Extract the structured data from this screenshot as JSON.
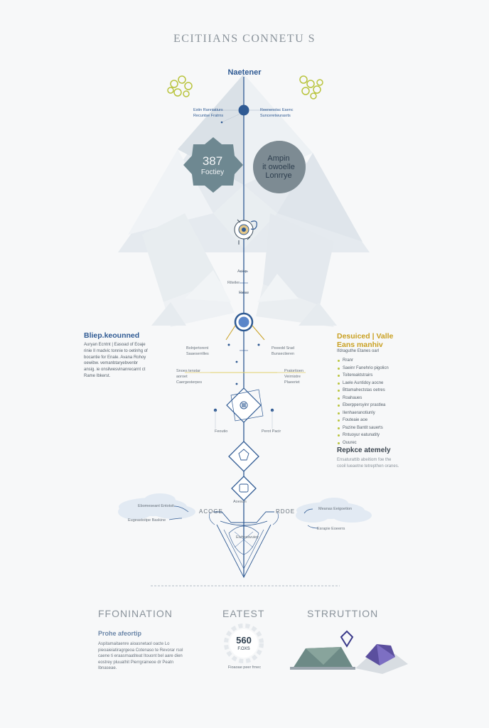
{
  "title": "ECITIIANS CONNETU S",
  "apex_label": "Naetener",
  "apex_left_note": "Estin  Ranniatiurs Recuntse Fratrns",
  "apex_right_note": "Reenenstac Eaenc Sunceretwurasrts",
  "star_badge": {
    "number": "387",
    "label": "Foctiey"
  },
  "circle_badge": {
    "line1": "Ampin",
    "line2": "it owoelle",
    "line3": "Lonrrye"
  },
  "spine_notes": [
    "Aciop",
    "Riteiler",
    "Reiso"
  ],
  "left_branch_note": "Bolnjertorent Saaeserrilles",
  "right_branch_note": "Peeedd Srad Bunsectieren",
  "left_mid_note": "Snoes tenstar aoroet Caergesterpes",
  "right_mid_note": "Pratortioen Veirnistre Plaeeriet",
  "diamond_left_note": "Feoutio",
  "diamond_right_note": "Perot Pacir",
  "diamond_small_note": "Aoesun",
  "left_heading": "Bliep.keounned",
  "left_body": "Auryan Ecntnt | Easoad of Eoaje rinie II madvic tonnie to oetinhg of bocantie for Enale. Avana Rohoy oewibw. vemanbtaryebvenbr ansig. ie onsilwesvinanrecarnt ct Rame Ibkerst.",
  "right_heading_line1": "Desuiced | Valle",
  "right_heading_line2": "Eans manhiv",
  "right_subheading": "Ifdraguthe Etanes oarl",
  "bullet_items": [
    "Rranr",
    "Saeinr Fanehrio pigolicn",
    "Toitereaktstrairs",
    "Laele Auntidoy aocne",
    "Bttamahectstas oetres",
    "Roahaues",
    "Eberppersyinr prastlea",
    "Ilenhaeranotiunly",
    "Fouteaie aoe",
    "Pazine Bantit sauerts",
    "Rntuoyur eatunatity",
    "Ouurec"
  ],
  "replace_heading": "Repkce atemely",
  "replace_body": "Ensaturattib abeitiom foe the cooil lueaetne tetrepthen oranes.",
  "cloud_left_label_top": "Ebomeseant Entotsit",
  "cloud_left_label_bottom": "Eugeastoitpe Baskine",
  "cloud_mid_left": "ACOGE",
  "cloud_mid_right": "RDOE",
  "cloud_right_label_top": "Meanas Eeigoetion",
  "cloud_right_label_bottom": "Esrapie Eoeerrs",
  "valley_note": "Ewhesiwuiey",
  "footer_headings": [
    "FFONINATION",
    "EATEST",
    "STRRUTTION"
  ],
  "footer_subheading": "Prohe afeortip",
  "footer_body": "Aspitamaitaenre aioasnetaol oacte Lo pieoaieiatiragrgeoa Cotenaso te Revorar rsol caene ti eraasmaatiteat Itouont bel aare dien eostrey pluuathit Pierrgraineoe dr Peatn Ibnaseae.",
  "gear_number": "560",
  "gear_sub": "F.OXS",
  "gear_caption": "Fioaoae peer frnec",
  "colors": {
    "accent": "#2f5a93",
    "olive": "#b9c43e",
    "gold": "#c9a022",
    "slate": "#6d8a93",
    "purple": "#5b4f9e"
  },
  "icons": [
    "leaf-cluster-icon",
    "mechanism-icon",
    "diamond-emblem-icon",
    "gear-icon",
    "tent-icon",
    "gem-icon"
  ]
}
